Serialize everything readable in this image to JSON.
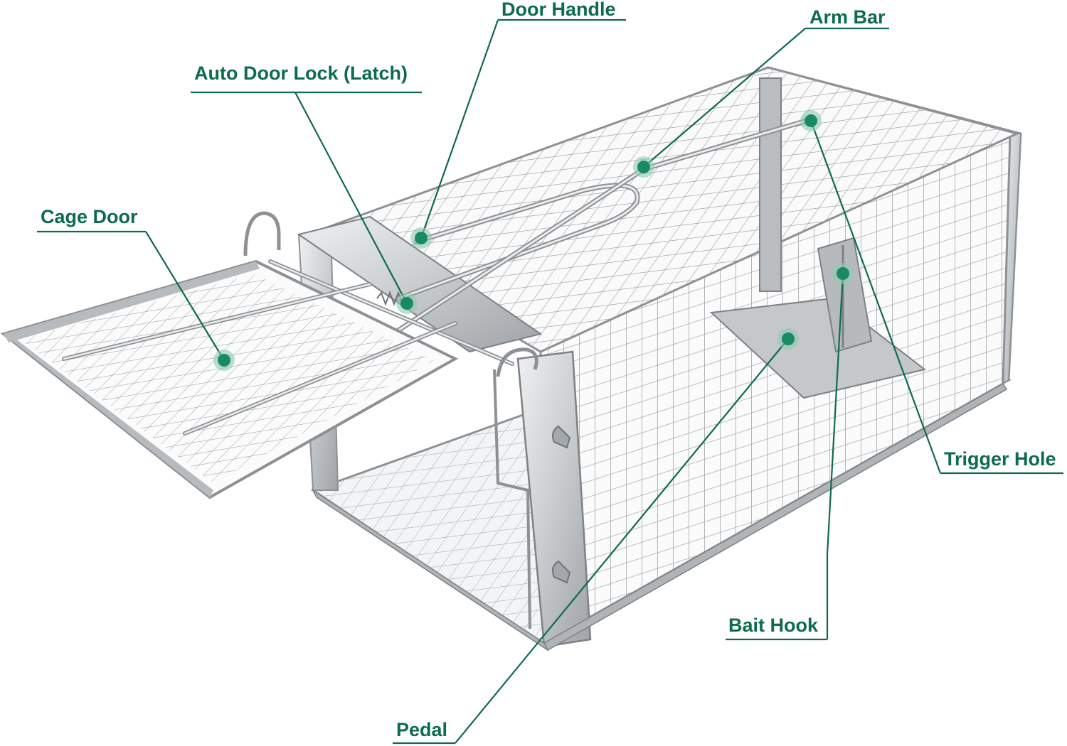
{
  "image": {
    "subject": "Rat trap cage",
    "colors": {
      "label": "#0d6b4f",
      "marker": "#1a8a64",
      "marker_halo": "#8fc9b3",
      "metal": "#c9ccce",
      "metal_dark": "#8d9195",
      "metal_light": "#eef0f1",
      "mesh": "#9da2a6"
    }
  },
  "callouts": [
    {
      "id": "door-handle",
      "label": "Door Handle"
    },
    {
      "id": "arm-bar",
      "label": "Arm Bar"
    },
    {
      "id": "auto-door-lock",
      "label": "Auto Door Lock (Latch)"
    },
    {
      "id": "cage-door",
      "label": "Cage Door"
    },
    {
      "id": "trigger-hole",
      "label": "Trigger Hole"
    },
    {
      "id": "bait-hook",
      "label": "Bait Hook"
    },
    {
      "id": "pedal",
      "label": "Pedal"
    }
  ]
}
